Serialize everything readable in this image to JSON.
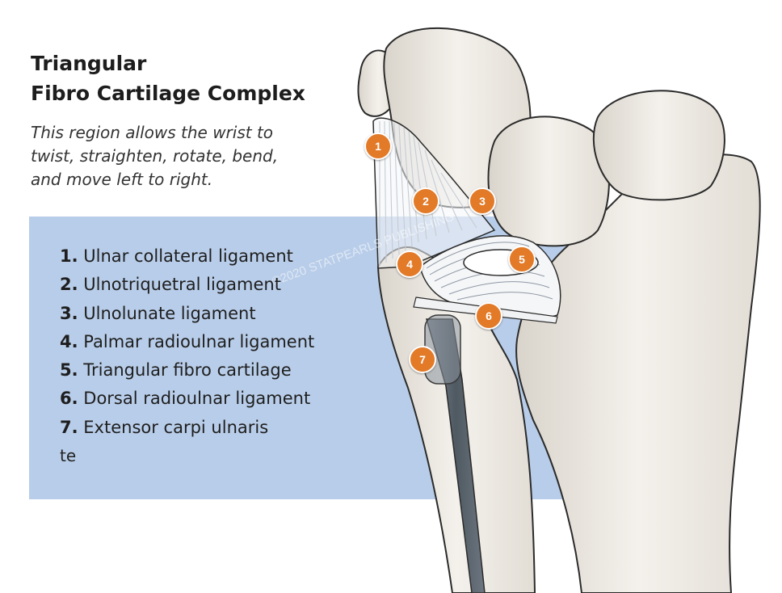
{
  "title": {
    "line1": "Triangular",
    "line2": "Fibro Cartilage Complex"
  },
  "description": {
    "line1": "This region allows the wrist to",
    "line2": "twist, straighten, rotate, bend,",
    "line3": "and move left to right."
  },
  "legend": [
    {
      "number": "1.",
      "label": "Ulnar collateral ligament"
    },
    {
      "number": "2.",
      "label": "Ulnotriquetral ligament"
    },
    {
      "number": "3.",
      "label": "Ulnolunate ligament"
    },
    {
      "number": "4.",
      "label": "Palmar radioulnar ligament"
    },
    {
      "number": "5.",
      "label": "Triangular fibro cartilage"
    },
    {
      "number": "6.",
      "label": "Dorsal radioulnar ligament"
    },
    {
      "number": "7.",
      "label": "Extensor carpi ulnaris"
    }
  ],
  "legend_tail": "te",
  "markers": [
    "1",
    "2",
    "3",
    "4",
    "5",
    "6",
    "7"
  ],
  "watermark": "©2020 STATPEARLS PUBLISHING",
  "colors": {
    "panel": "#b8cde9",
    "marker": "#e27a28",
    "bone": "#eeeae2",
    "ligament": "#f3f4f6",
    "tendon": "#56606a"
  }
}
